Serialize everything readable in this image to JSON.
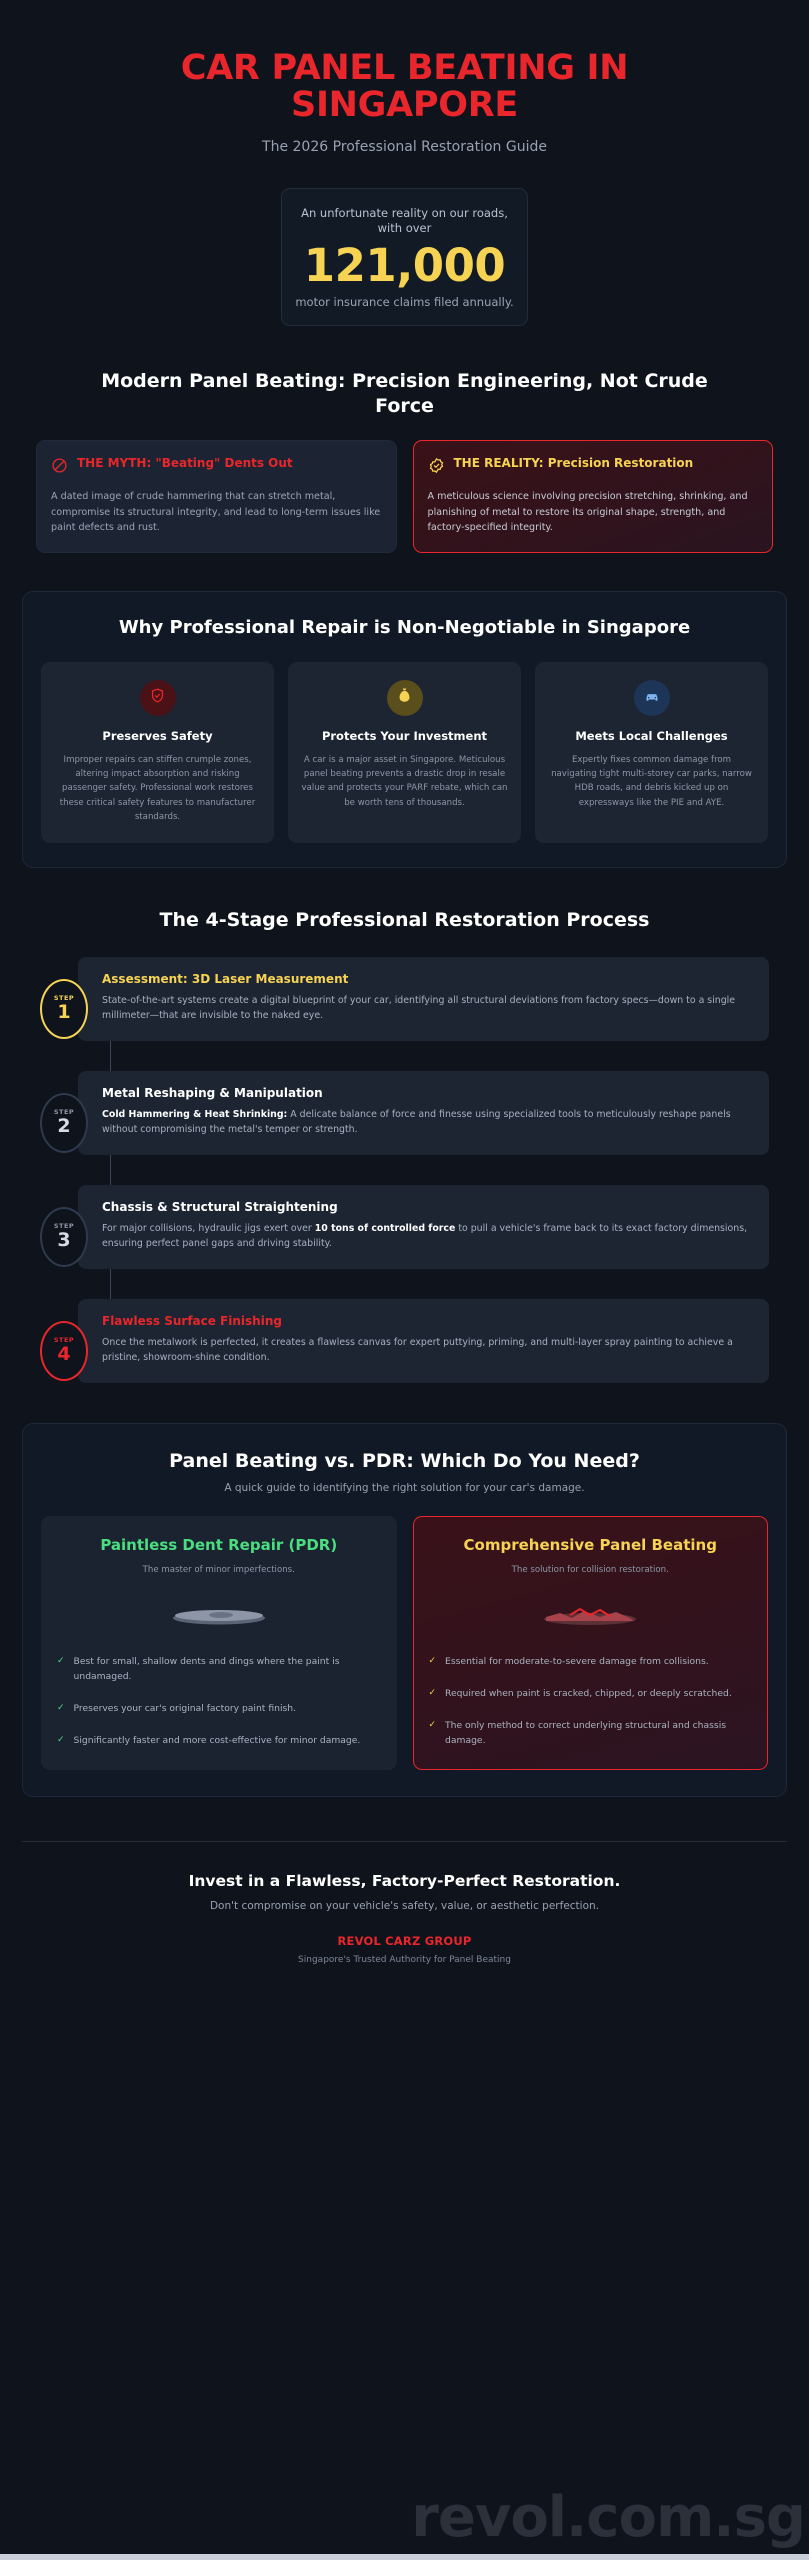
{
  "header": {
    "title": "CAR PANEL BEATING IN SINGAPORE",
    "subtitle": "The 2026 Professional Restoration Guide"
  },
  "stat": {
    "lead": "An unfortunate reality on our roads, with over",
    "number": "121,000",
    "tail": "motor insurance claims filed annually.",
    "accent": "#f7d354"
  },
  "myth_reality": {
    "section_title": "Modern Panel Beating: Precision Engineering, Not Crude Force",
    "myth": {
      "icon": "prohibited-icon",
      "title": "THE MYTH: \"Beating\" Dents Out",
      "body": "A dated image of crude hammering that can stretch metal, compromise its structural integrity, and lead to long-term issues like paint defects and rust.",
      "color": "#e8262b"
    },
    "reality": {
      "icon": "verified-check-icon",
      "title": "THE REALITY: Precision Restoration",
      "body": "A meticulous science involving precision stretching, shrinking, and planishing of metal to restore its original shape, strength, and factory-specified integrity.",
      "color": "#f7d354"
    }
  },
  "why": {
    "section_title": "Why Professional Repair is Non-Negotiable in Singapore",
    "cards": [
      {
        "icon": "shield-check-icon",
        "badge_color": "#4a1217",
        "icon_color": "#e8262b",
        "title": "Preserves Safety",
        "body": "Improper repairs can stiffen crumple zones, altering impact absorption and risking passenger safety. Professional work restores these critical safety features to manufacturer standards."
      },
      {
        "icon": "money-bag-icon",
        "badge_color": "#5a4e1c",
        "icon_color": "#f7d354",
        "title": "Protects Your Investment",
        "body": "A car is a major asset in Singapore. Meticulous panel beating prevents a drastic drop in resale value and protects your PARF rebate, which can be worth tens of thousands."
      },
      {
        "icon": "car-repair-icon",
        "badge_color": "#1d3557",
        "icon_color": "#60a5fa",
        "title": "Meets Local Challenges",
        "body": "Expertly fixes common damage from navigating tight multi-storey car parks, narrow HDB roads, and debris kicked up on expressways like the PIE and AYE."
      }
    ]
  },
  "process": {
    "section_title": "The 4-Stage Professional Restoration Process",
    "step_word": "STEP",
    "steps": [
      {
        "number": "1",
        "accent": "gold",
        "title": "Assessment: 3D Laser Measurement",
        "lead": "",
        "body": "State-of-the-art systems create a digital blueprint of your car, identifying all structural deviations from factory specs—down to a single millimeter—that are invisible to the naked eye."
      },
      {
        "number": "2",
        "accent": "grey",
        "title": "Metal Reshaping & Manipulation",
        "lead": "Cold Hammering & Heat Shrinking:",
        "body": " A delicate balance of force and finesse using specialized tools to meticulously reshape panels without compromising the metal's temper or strength."
      },
      {
        "number": "3",
        "accent": "grey",
        "title": "Chassis & Structural Straightening",
        "lead": "",
        "body_pre": "For major collisions, hydraulic jigs exert over ",
        "body_bold": "10 tons of controlled force",
        "body_post": " to pull a vehicle's frame back to its exact factory dimensions, ensuring perfect panel gaps and driving stability."
      },
      {
        "number": "4",
        "accent": "red",
        "title": "Flawless Surface Finishing",
        "lead": "",
        "body": "Once the metalwork is perfected, it creates a flawless canvas for expert puttying, priming, and multi-layer spray painting to achieve a pristine, showroom-shine condition."
      }
    ]
  },
  "compare": {
    "section_title": "Panel Beating vs. PDR: Which Do You Need?",
    "section_sub": "A quick guide to identifying the right solution for your car's damage.",
    "pdr": {
      "title": "Paintless Dent Repair (PDR)",
      "sub": "The master of minor imperfections.",
      "color": "#4ade80",
      "tick": "✓",
      "items": [
        "Best for small, shallow dents and dings where the paint is undamaged.",
        "Preserves your car's original factory paint finish.",
        "Significantly faster and more cost-effective for minor damage."
      ]
    },
    "panel_beating": {
      "title": "Comprehensive Panel Beating",
      "sub": "The solution for collision restoration.",
      "color": "#f7d354",
      "tick": "✓",
      "items": [
        "Essential for moderate-to-severe damage from collisions.",
        "Required when paint is cracked, chipped, or deeply scratched.",
        "The only method to correct underlying structural and chassis damage."
      ]
    }
  },
  "footer": {
    "title": "Invest in a Flawless, Factory-Perfect Restoration.",
    "subtitle": "Don't compromise on your vehicle's safety, value, or aesthetic perfection.",
    "brand": "REVOL CARZ GROUP",
    "tagline": "Singapore's Trusted Authority for Panel Beating",
    "watermark": "revol.com.sg"
  }
}
